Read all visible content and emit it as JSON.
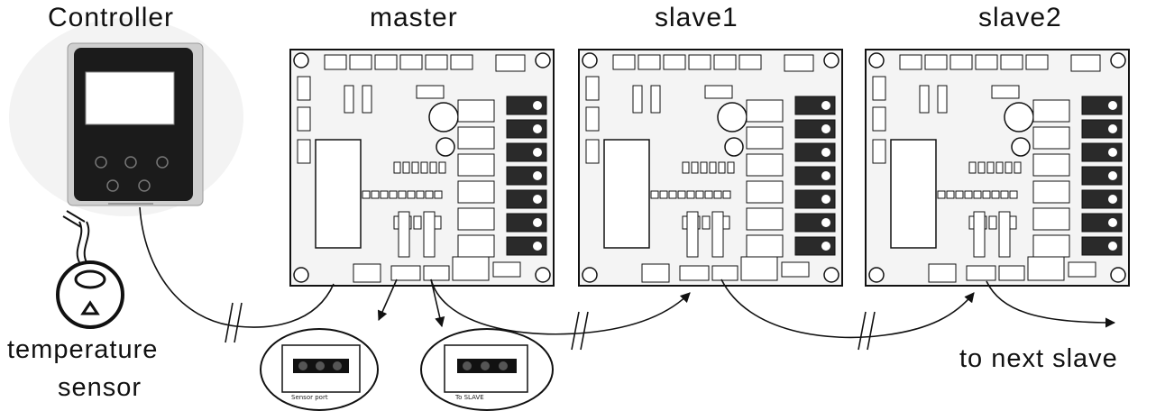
{
  "labels": {
    "controller": "Controller",
    "master": "master",
    "slave1": "slave1",
    "slave2": "slave2",
    "temperature": "temperature",
    "sensor": "sensor",
    "next_slave": "to next slave"
  },
  "callouts": {
    "left_caption": "Sensor port",
    "right_caption": "To SLAVE"
  },
  "colors": {
    "line": "#111111",
    "board_fill": "#f4f4f4",
    "controller_bezel": "#cfcfcf",
    "controller_body": "#1b1b1b",
    "controller_screen": "#ffffff"
  }
}
